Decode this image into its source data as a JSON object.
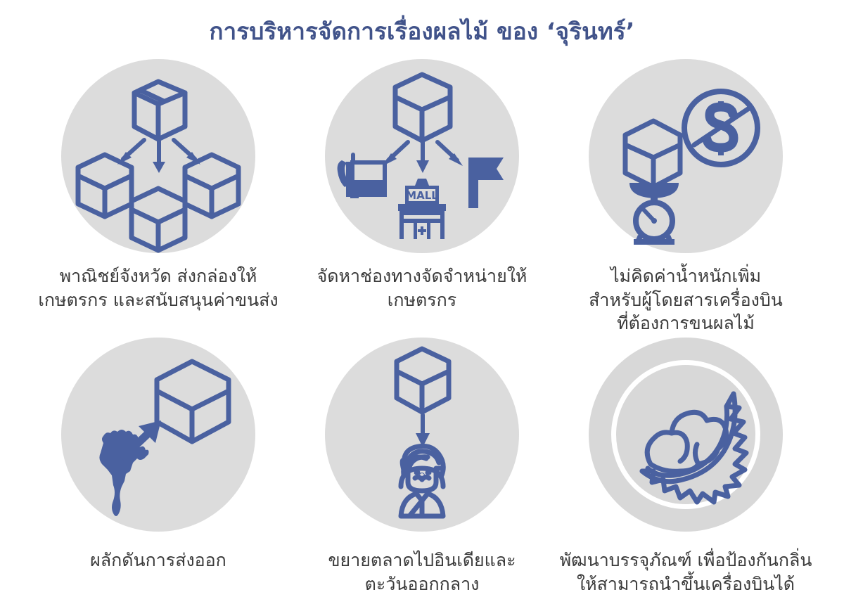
{
  "title": "การบริหารจัดการเรื่องผลไม้ ของ ‘จุรินทร์’",
  "colors": {
    "title": "#41538a",
    "icon_blue": "#4a61a0",
    "circle_gray": "#dcdcdc",
    "caption_text": "#3b3b3b",
    "background": "#ffffff"
  },
  "panels": [
    {
      "id": "panel-1",
      "icon_name": "box-distribution-icon",
      "icon_parts": [
        "open-box",
        "arrow-left",
        "arrow-down",
        "arrow-right",
        "closed-box-left",
        "closed-box-center",
        "closed-box-right"
      ],
      "caption": "พาณิชย์จังหวัด ส่งกล่องให้\nเกษตรกร และสนับสนุนค่าขนส่ง"
    },
    {
      "id": "panel-2",
      "icon_name": "distribution-channels-icon",
      "icon_parts": [
        "closed-box",
        "arrow-left",
        "arrow-down",
        "arrow-right",
        "gas-pump",
        "mall-building",
        "flag"
      ],
      "mall_label": "MALL",
      "caption": "จัดหาช่องทางจัดจำหน่ายให้\nเกษตรกร"
    },
    {
      "id": "panel-3",
      "icon_name": "no-extra-weight-fee-icon",
      "icon_parts": [
        "closed-box",
        "weighing-scale",
        "no-dollar-sign"
      ],
      "caption": "ไม่คิดค่าน้ำหนักเพิ่ม\nสำหรับผู้โดยสารเครื่องบิน\nที่ต้องการขนผลไม้"
    },
    {
      "id": "panel-4",
      "icon_name": "export-promotion-icon",
      "icon_parts": [
        "thailand-map",
        "arrow-up-right",
        "closed-box"
      ],
      "caption": "ผลักดันการส่งออก"
    },
    {
      "id": "panel-5",
      "icon_name": "market-expansion-icon",
      "icon_parts": [
        "closed-box",
        "arrow-down",
        "turban-person"
      ],
      "caption": "ขยายตลาดไปอินเดียและ\nตะวันออกกลาง"
    },
    {
      "id": "panel-6",
      "icon_name": "durian-packaging-icon",
      "icon_parts": [
        "durian-fruit",
        "ring-circle"
      ],
      "caption": "พัฒนาบรรจุภัณฑ์ เพื่อป้องกันกลิ่น\nให้สามารถนำขึ้นเครื่องบินได้"
    }
  ]
}
